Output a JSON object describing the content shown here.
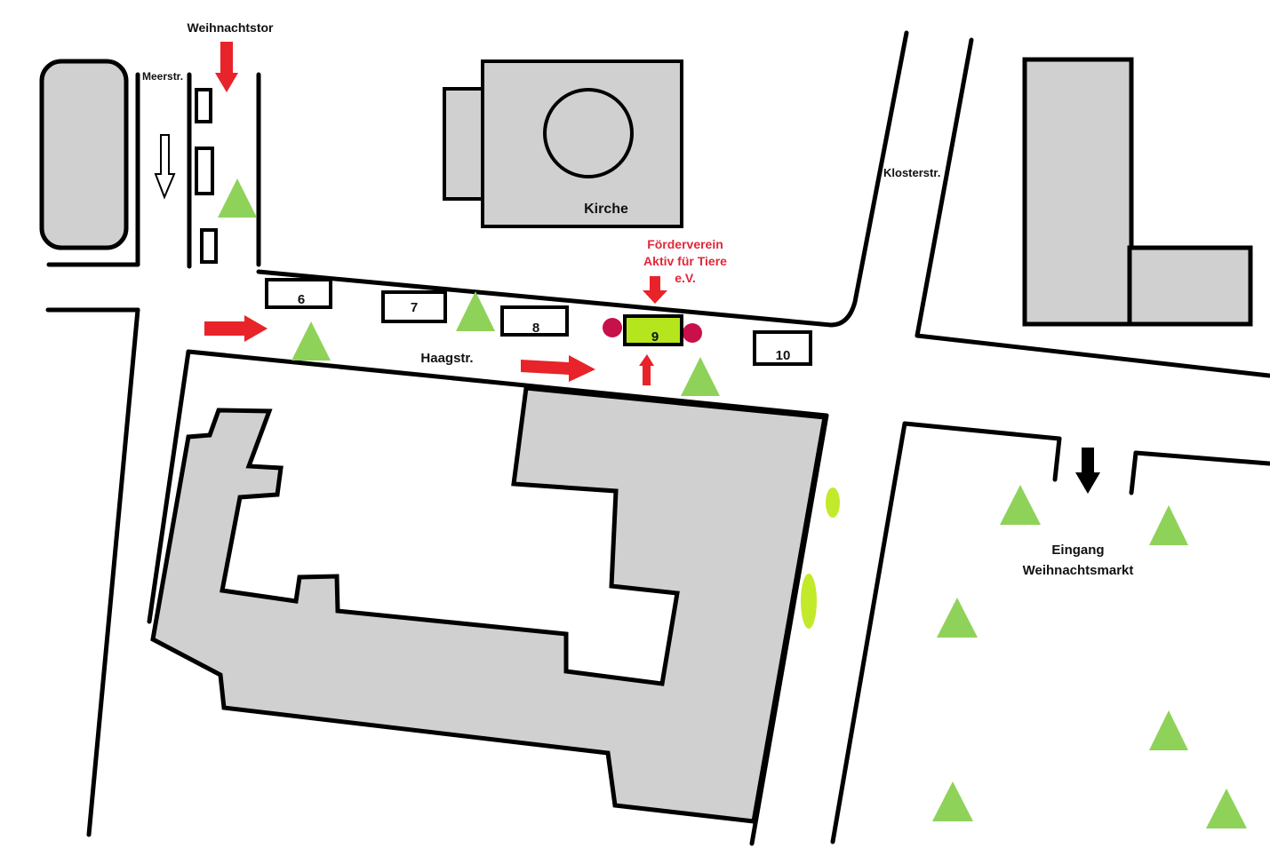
{
  "labels": {
    "gate": "Weihnachtstor",
    "street_meer": "Meerstr.",
    "street_kloster": "Klosterstr.",
    "street_haag": "Haagstr.",
    "church": "Kirche",
    "org_line1": "Förderverein",
    "org_line2": "Aktiv für Tiere",
    "org_line3": "e.V.",
    "entrance_line1": "Eingang",
    "entrance_line2": "Weihnachtsmarkt"
  },
  "stalls": [
    {
      "number": "6"
    },
    {
      "number": "7"
    },
    {
      "number": "8"
    },
    {
      "number": "9",
      "highlighted": true
    },
    {
      "number": "10"
    }
  ],
  "colors": {
    "building": "#d0d0d0",
    "tree": "#8fd25a",
    "arrow": "#e8232a",
    "highlight_stall": "#b5e61d",
    "marker_dot": "#c8104a",
    "bush": "#c2ea2a",
    "line": "#000000"
  },
  "icons": {
    "tree": "green-triangle",
    "direction": "red-arrow",
    "entrance_direction": "black-arrow-down",
    "oneway": "outline-arrow-down"
  }
}
